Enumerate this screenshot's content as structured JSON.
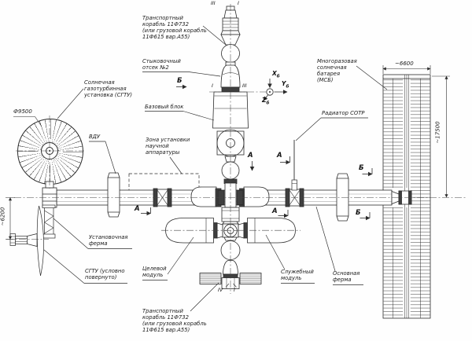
{
  "callouts": {
    "transport_top": "Транспортный\nкорабль 11Ф732\n(или грузовой корабль\n11Ф615 вар.А55)",
    "docking_bay2": "Стыковочный\nотсек №2",
    "sgtu": "Солнечная\nгазотурбинная\nустановка (СГТУ)",
    "base_block": "Базовый блок",
    "msb": "Многоразовая\nсолнечная\nбатарея\n(МСБ)",
    "radiator": "Радиатор СОТР",
    "vdu": "ВДУ",
    "science_zone": "Зона установки\nнаучной\nаппаратуры",
    "mount_frame": "Установочная\nферма",
    "sgtu_rotated": "СГТУ (условно\nповернуто)",
    "target_module": "Целевой\nмодуль",
    "service_module": "Служебный\nмодуль",
    "main_frame": "Основная\nферма",
    "transport_bottom": "Транспортный\nкорабль 11Ф732\n(или грузовой корабль\n11Ф615 вар.А55)"
  },
  "dimensions": {
    "disc_diameter": "Ф9500",
    "panel_width": "~6600",
    "panel_height": "~17500",
    "frame_height": "~6200"
  },
  "axes": {
    "x": {
      "main": "X",
      "sub": "б"
    },
    "y": {
      "main": "Y",
      "sub": "б"
    },
    "z": {
      "main": "Z",
      "sub": "б"
    }
  },
  "section_marks": {
    "b_top": "Б",
    "a_mid_left": "А",
    "a_mid_right": "А",
    "a_bot_left": "А",
    "a_bot_right": "А",
    "b_right_top": "Б",
    "b_right_bottom": "Б"
  },
  "view_marks": {
    "top_left": "III",
    "top_right": "I",
    "mid_left": "I",
    "mid_right": "III",
    "bottom_left": "IV",
    "bottom_right": "I"
  },
  "colors": {
    "line": "#2b2b2b",
    "background": "#fefefe"
  }
}
